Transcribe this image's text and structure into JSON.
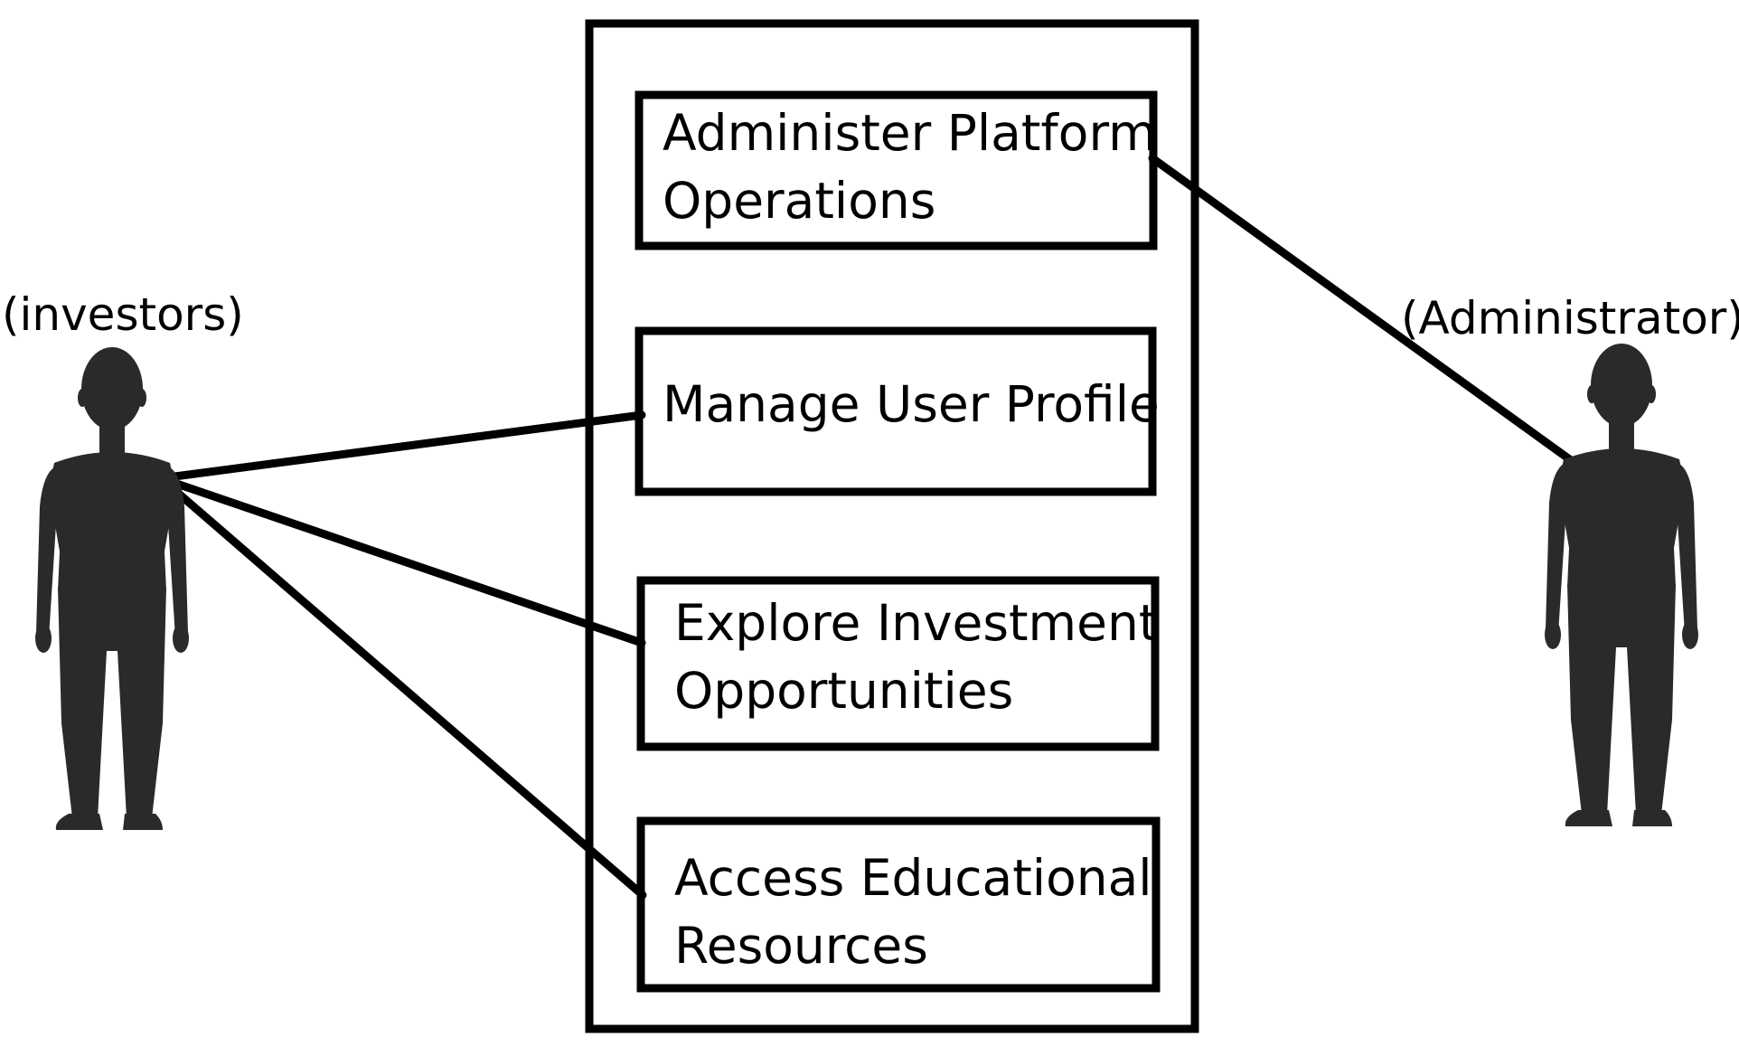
{
  "diagram": {
    "actors": {
      "investors": {
        "label": "(investors)"
      },
      "administrator": {
        "label": "(Administrator)"
      }
    },
    "use_cases": [
      {
        "lines": [
          "Administer Platform",
          "Operations"
        ]
      },
      {
        "lines": [
          "Manage User Profile"
        ]
      },
      {
        "lines": [
          "Explore Investment",
          "Opportunities"
        ]
      },
      {
        "lines": [
          "Access Educational",
          "Resources"
        ]
      }
    ],
    "colors": {
      "stroke": "#000000",
      "figure": "#2b2a29",
      "background": "#ffffff"
    }
  }
}
